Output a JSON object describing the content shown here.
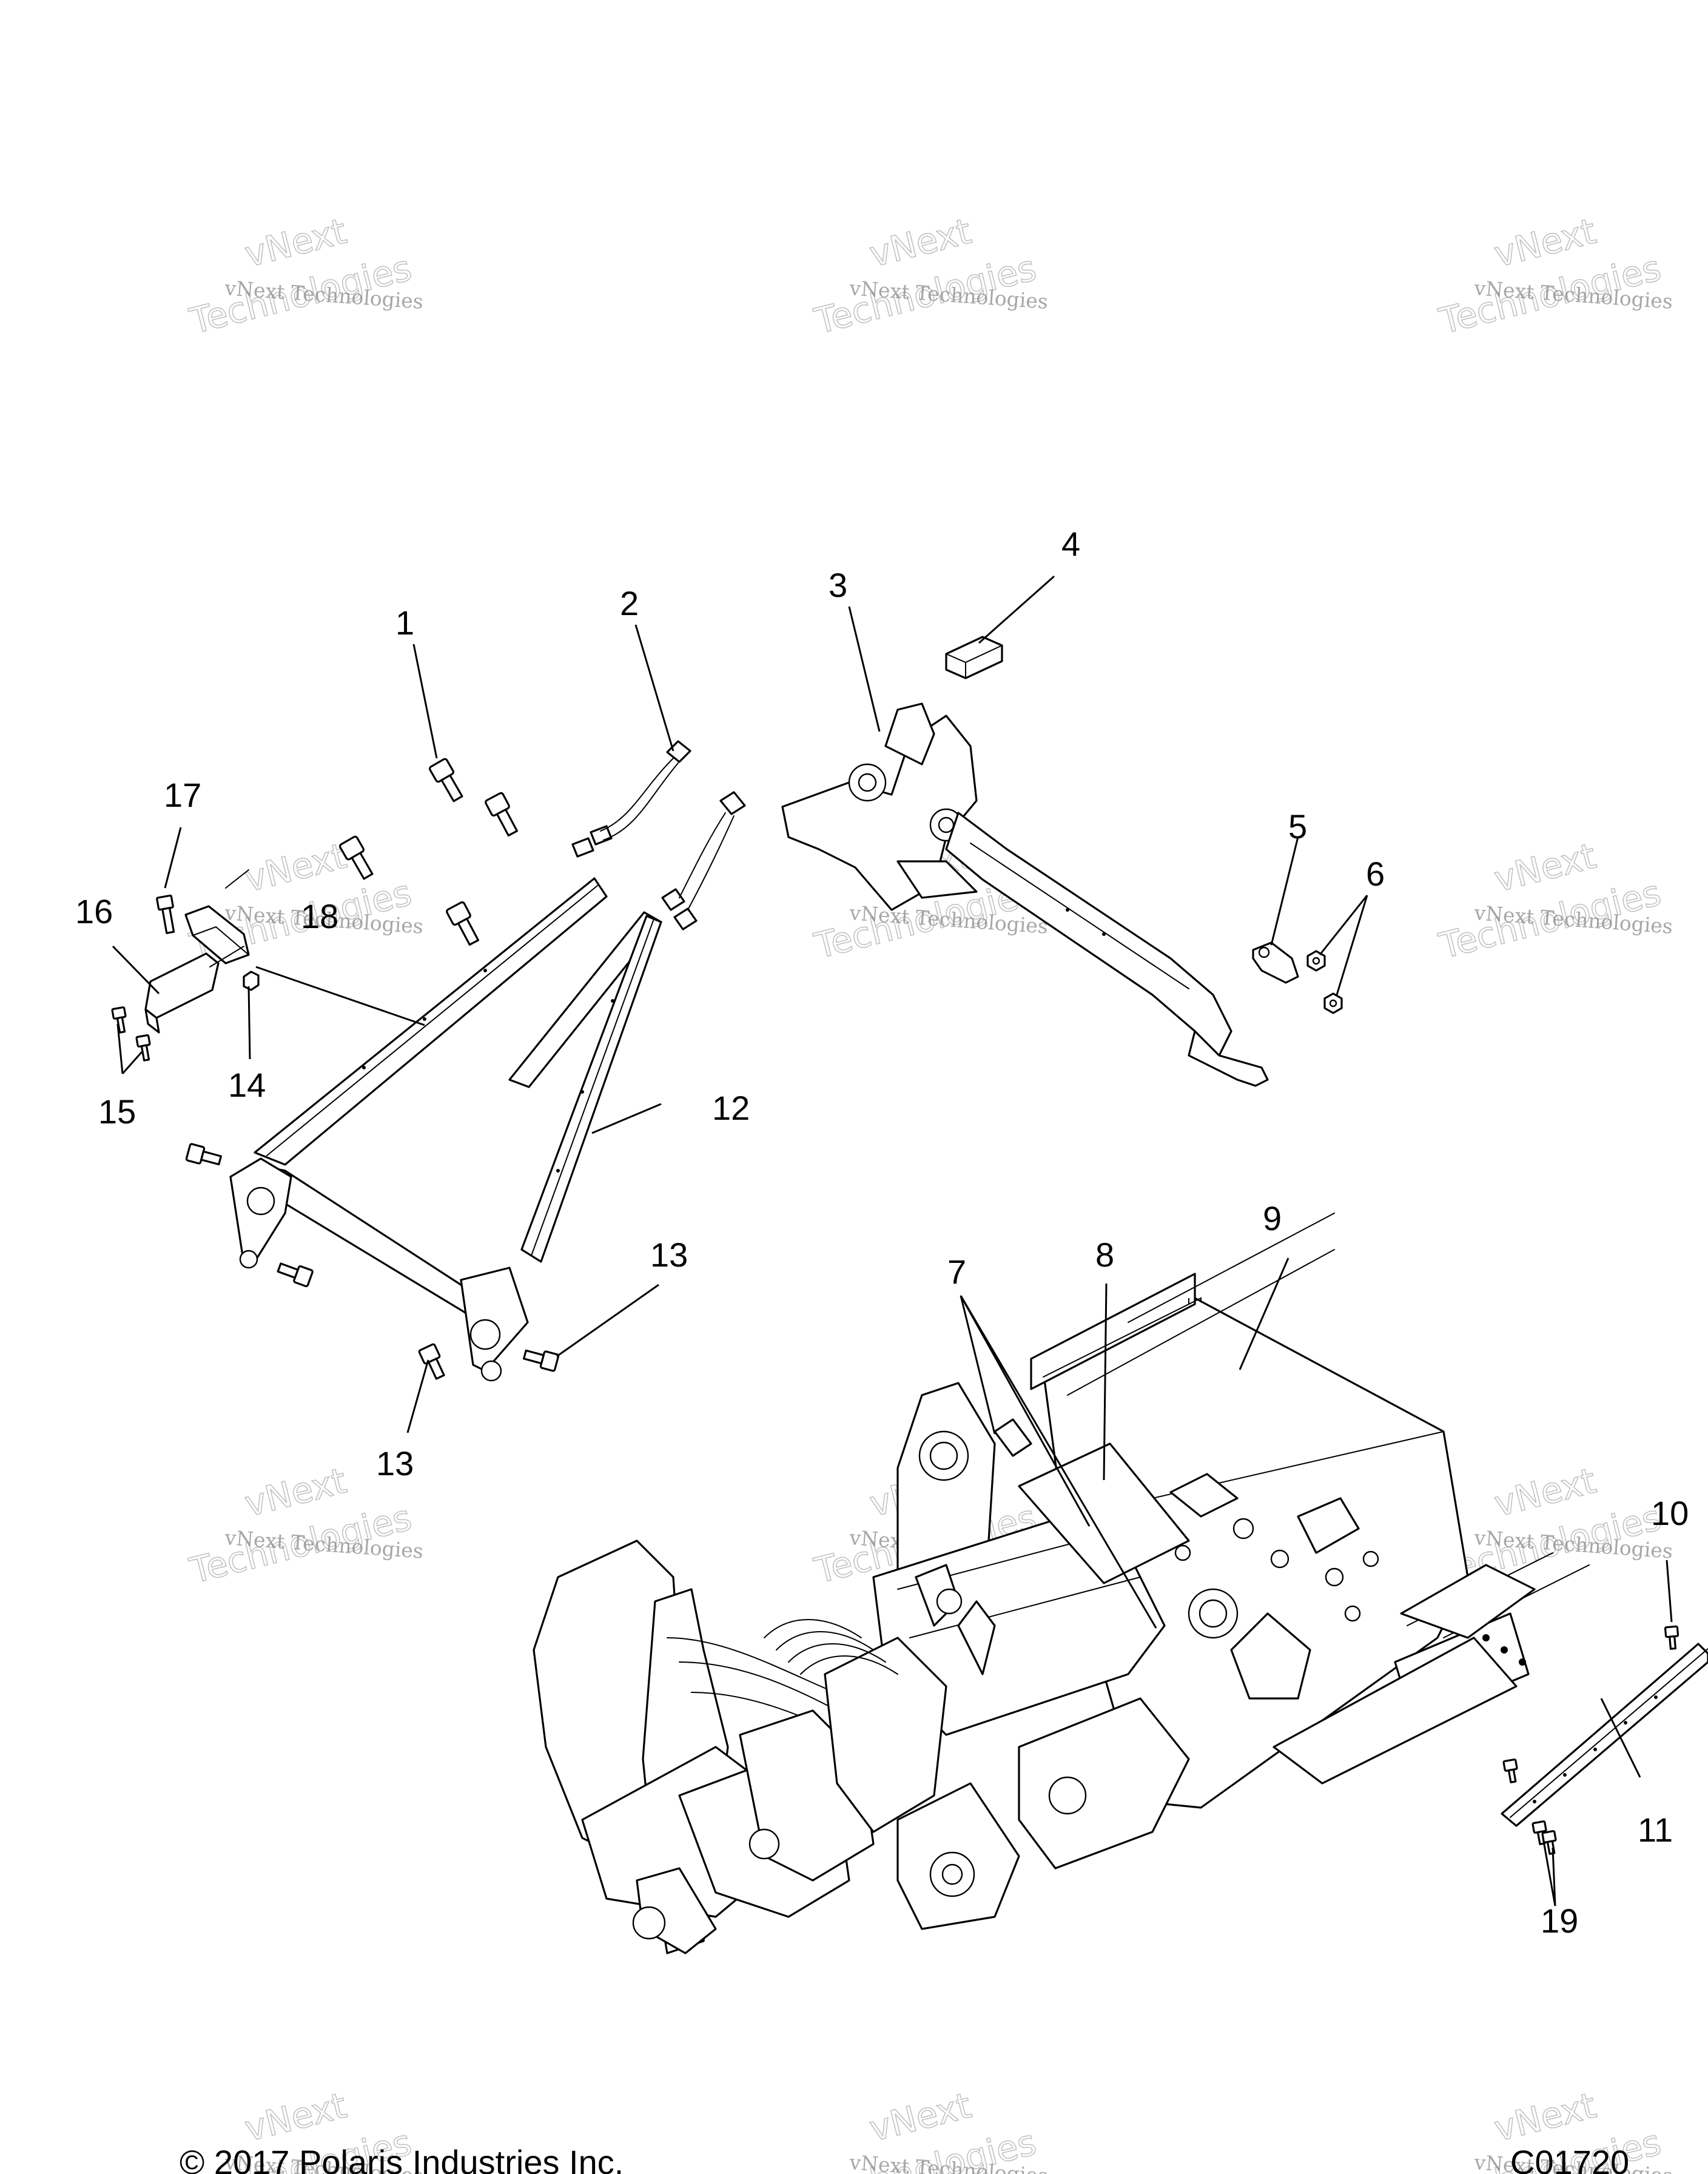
{
  "diagram": {
    "callouts": [
      "1",
      "2",
      "3",
      "4",
      "5",
      "6",
      "7",
      "8",
      "9",
      "10",
      "11",
      "12",
      "13",
      "13",
      "14",
      "15",
      "16",
      "17",
      "18",
      "19"
    ],
    "watermark": {
      "small": "vNext Technologies",
      "large_top": "vNext",
      "large_bottom": "Technologies"
    },
    "footer": {
      "copyright": "© 2017 Polaris Industries Inc.",
      "figure_code": "C01720"
    }
  }
}
